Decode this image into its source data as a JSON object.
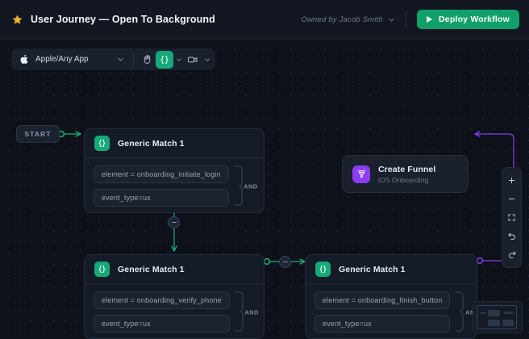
{
  "header": {
    "star_icon": "star-icon",
    "title": "User Journey — Open To Background",
    "owner_text": "Owned by Jacob Smith",
    "owner_chevron": "chevron-down-icon",
    "deploy_label": "Deploy Workflow",
    "deploy_icon": "play-icon",
    "accent_green": "#11a06a"
  },
  "toolbar": {
    "app_icon": "apple-icon",
    "app_label": "Apple/Any App",
    "app_chevron": "chevron-down-icon",
    "hand_tool": "hand-icon",
    "code_tool": "curly-braces-icon",
    "code_chevron": "chevron-down-icon",
    "video_tool": "video-camera-icon",
    "video_chevron": "chevron-down-icon"
  },
  "canvas": {
    "start_label": "START",
    "collapse_icon": "minus-icon",
    "nodes": [
      {
        "id": "node-1",
        "badge_icon": "curly-braces-icon",
        "title": "Generic Match 1",
        "operator": "AND",
        "conditions": [
          "element = onboarding_initiate_login",
          "event_type=ux"
        ]
      },
      {
        "id": "node-2",
        "badge_icon": "curly-braces-icon",
        "title": "Generic Match 1",
        "operator": "AND",
        "conditions": [
          "element = onboarding_verify_phone",
          "event_type=ux"
        ]
      },
      {
        "id": "node-3",
        "badge_icon": "curly-braces-icon",
        "title": "Generic Match 1",
        "operator": "AND",
        "conditions": [
          "element = onboarding_finish_button",
          "event_type=ux"
        ]
      }
    ],
    "funnel_node": {
      "badge_icon": "funnel-icon",
      "title": "Create Funnel",
      "subtitle": "iOS Onboarding"
    },
    "edge_color_green": "#19b37d",
    "edge_color_purple": "#8b3ef0"
  },
  "zoom_controls": {
    "zoom_in": "plus-icon",
    "zoom_out": "minus-icon",
    "fit_screen": "fit-to-screen-icon",
    "undo": "undo-arrow-icon",
    "redo": "redo-arrow-icon"
  },
  "minimap": {
    "label": "minimap"
  }
}
